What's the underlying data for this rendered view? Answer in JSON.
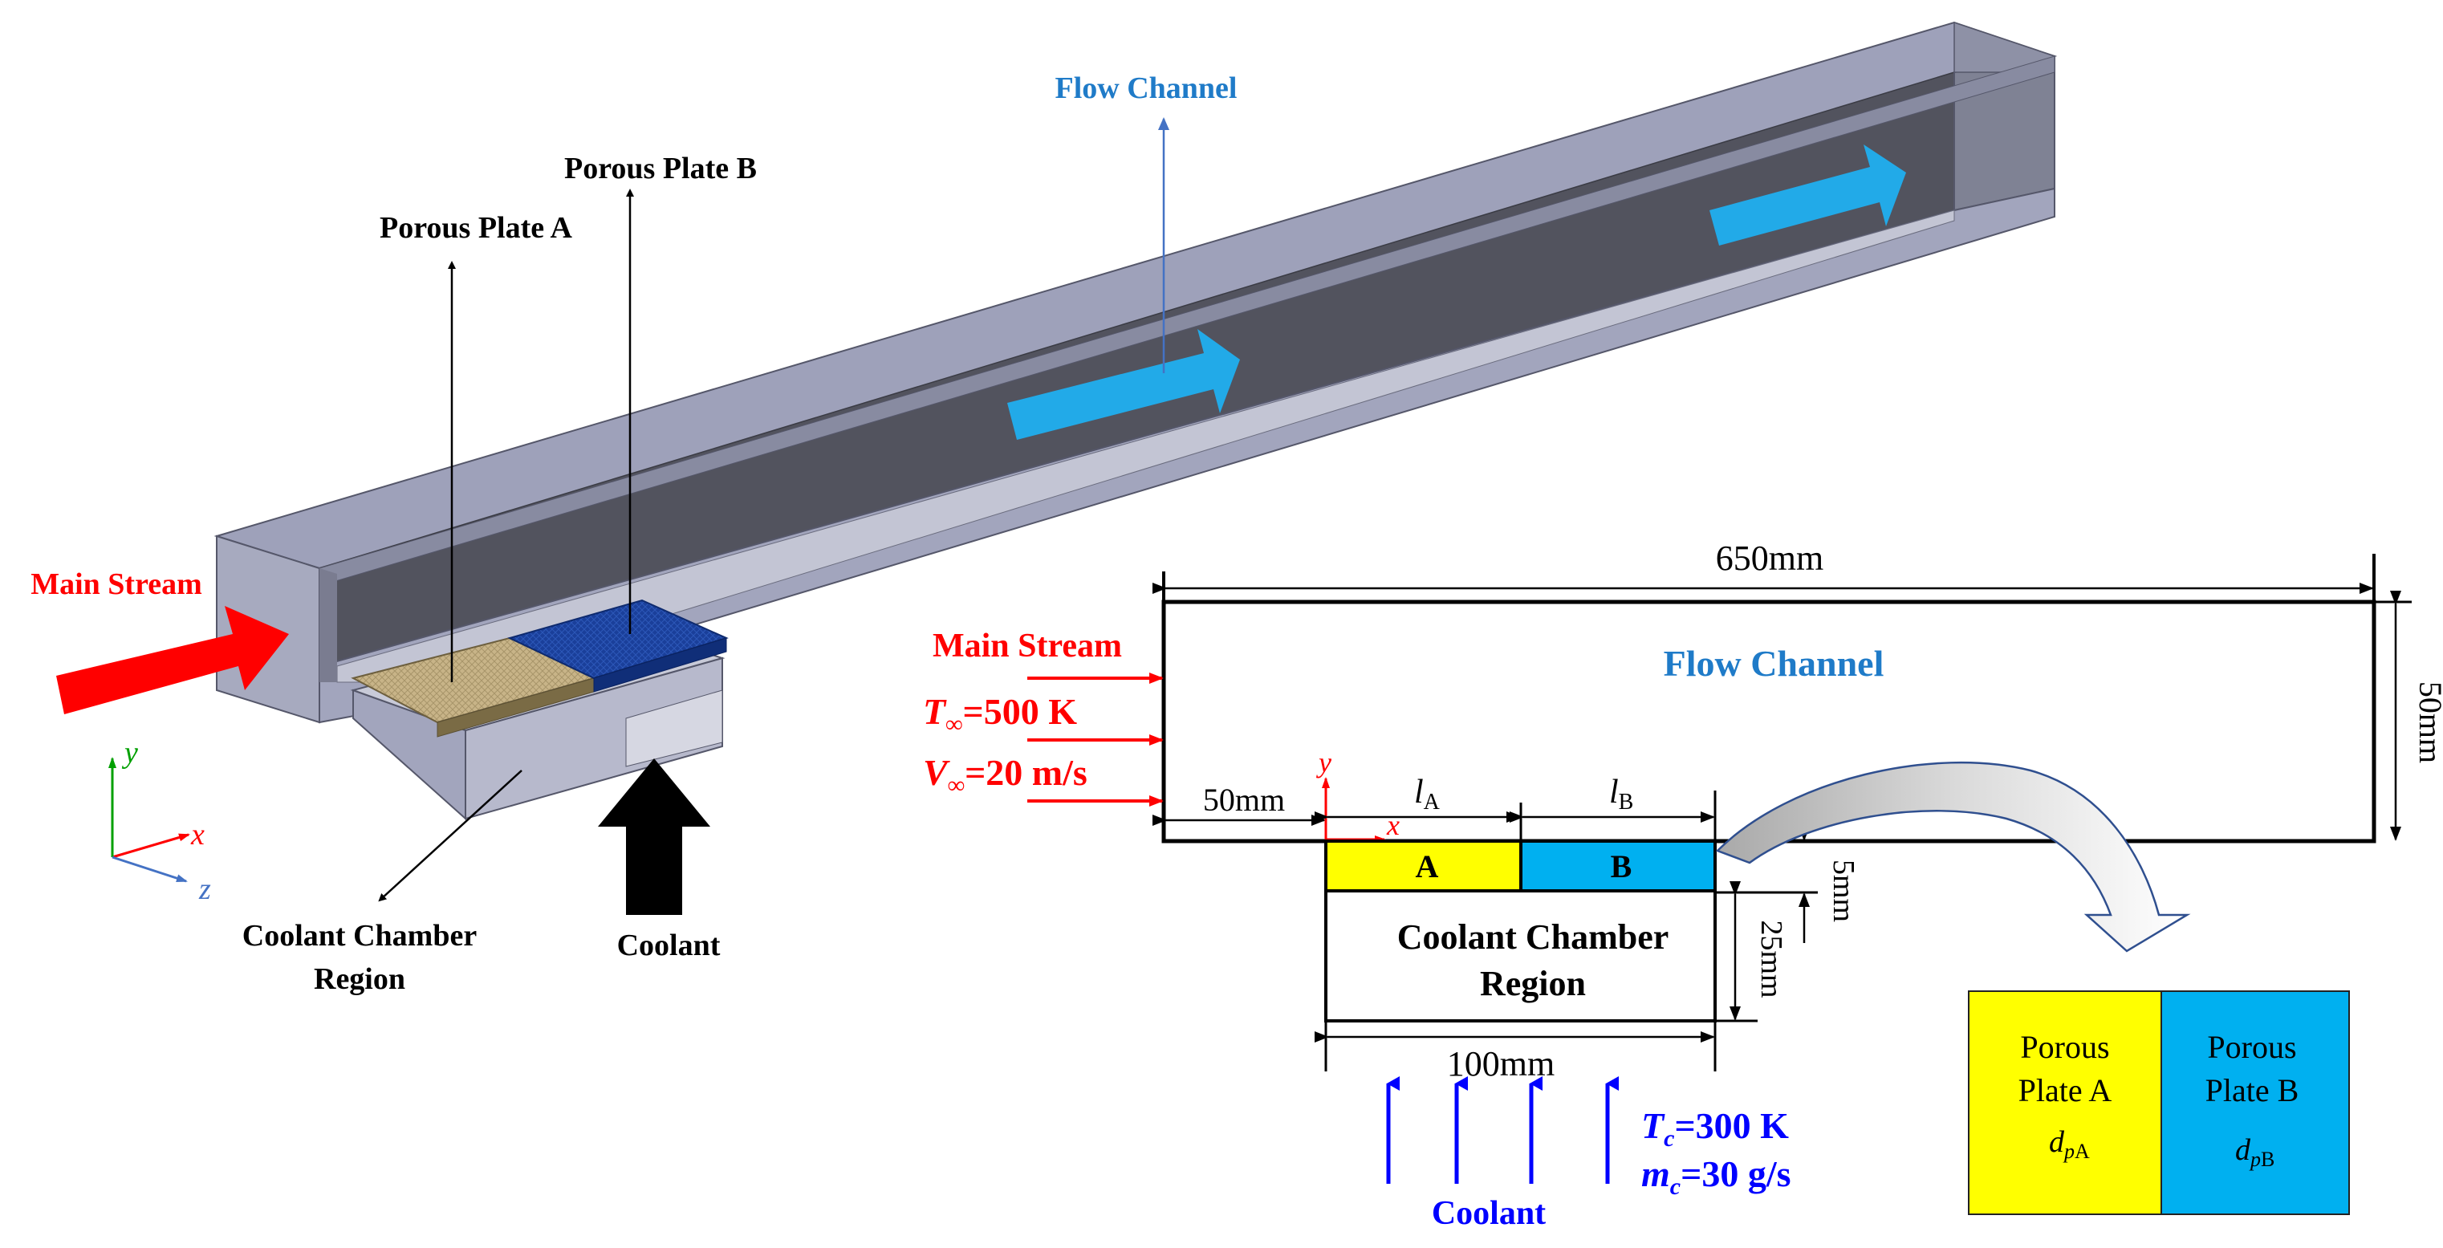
{
  "left_view": {
    "label_flow_channel": "Flow Channel",
    "label_plate_b": "Porous Plate B",
    "label_plate_a": "Porous Plate A",
    "label_main_stream": "Main Stream",
    "label_coolant_chamber_line1": "Coolant Chamber",
    "label_coolant_chamber_line2": "Region",
    "label_coolant": "Coolant",
    "axis_x": "x",
    "axis_y": "y",
    "axis_z": "z"
  },
  "schematic": {
    "length_total": "650mm",
    "height_channel": "50mm",
    "offset": "50mm",
    "chamber_width": "100mm",
    "plate_thickness": "5mm",
    "chamber_depth": "25mm",
    "label_flow_channel": "Flow Channel",
    "label_main_stream": "Main Stream",
    "t_inf_symbol": "T",
    "t_inf_sub": "∞",
    "t_inf_value": "=500 K",
    "v_inf_symbol": "V",
    "v_inf_sub": "∞",
    "v_inf_value": "=20 m/s",
    "la_symbol": "l",
    "la_sub": "A",
    "lb_symbol": "l",
    "lb_sub": "B",
    "plate_a": "A",
    "plate_b": "B",
    "chamber_line1": "Coolant Chamber",
    "chamber_line2": "Region",
    "tc_symbol": "T",
    "tc_sub": "c",
    "tc_value": "=300 K",
    "mc_symbol": "m",
    "mc_sub": "c",
    "mc_value": "=30 g/s",
    "coolant": "Coolant",
    "axis_x": "x",
    "axis_y": "y"
  },
  "detail": {
    "a_line1": "Porous",
    "a_line2": "Plate A",
    "a_d": "d",
    "a_sub_p": "p",
    "a_sub_letter": "A",
    "b_line1": "Porous",
    "b_line2": "Plate B",
    "b_d": "d",
    "b_sub_p": "p",
    "b_sub_letter": "B"
  },
  "colors": {
    "plate_a": "#FFFF00",
    "plate_b": "#00B0F0",
    "main_stream": "#FF0000",
    "coolant": "#0000FF",
    "flow_channel_label": "#1F7BC8",
    "flow_arrow": "#22AAE8"
  }
}
